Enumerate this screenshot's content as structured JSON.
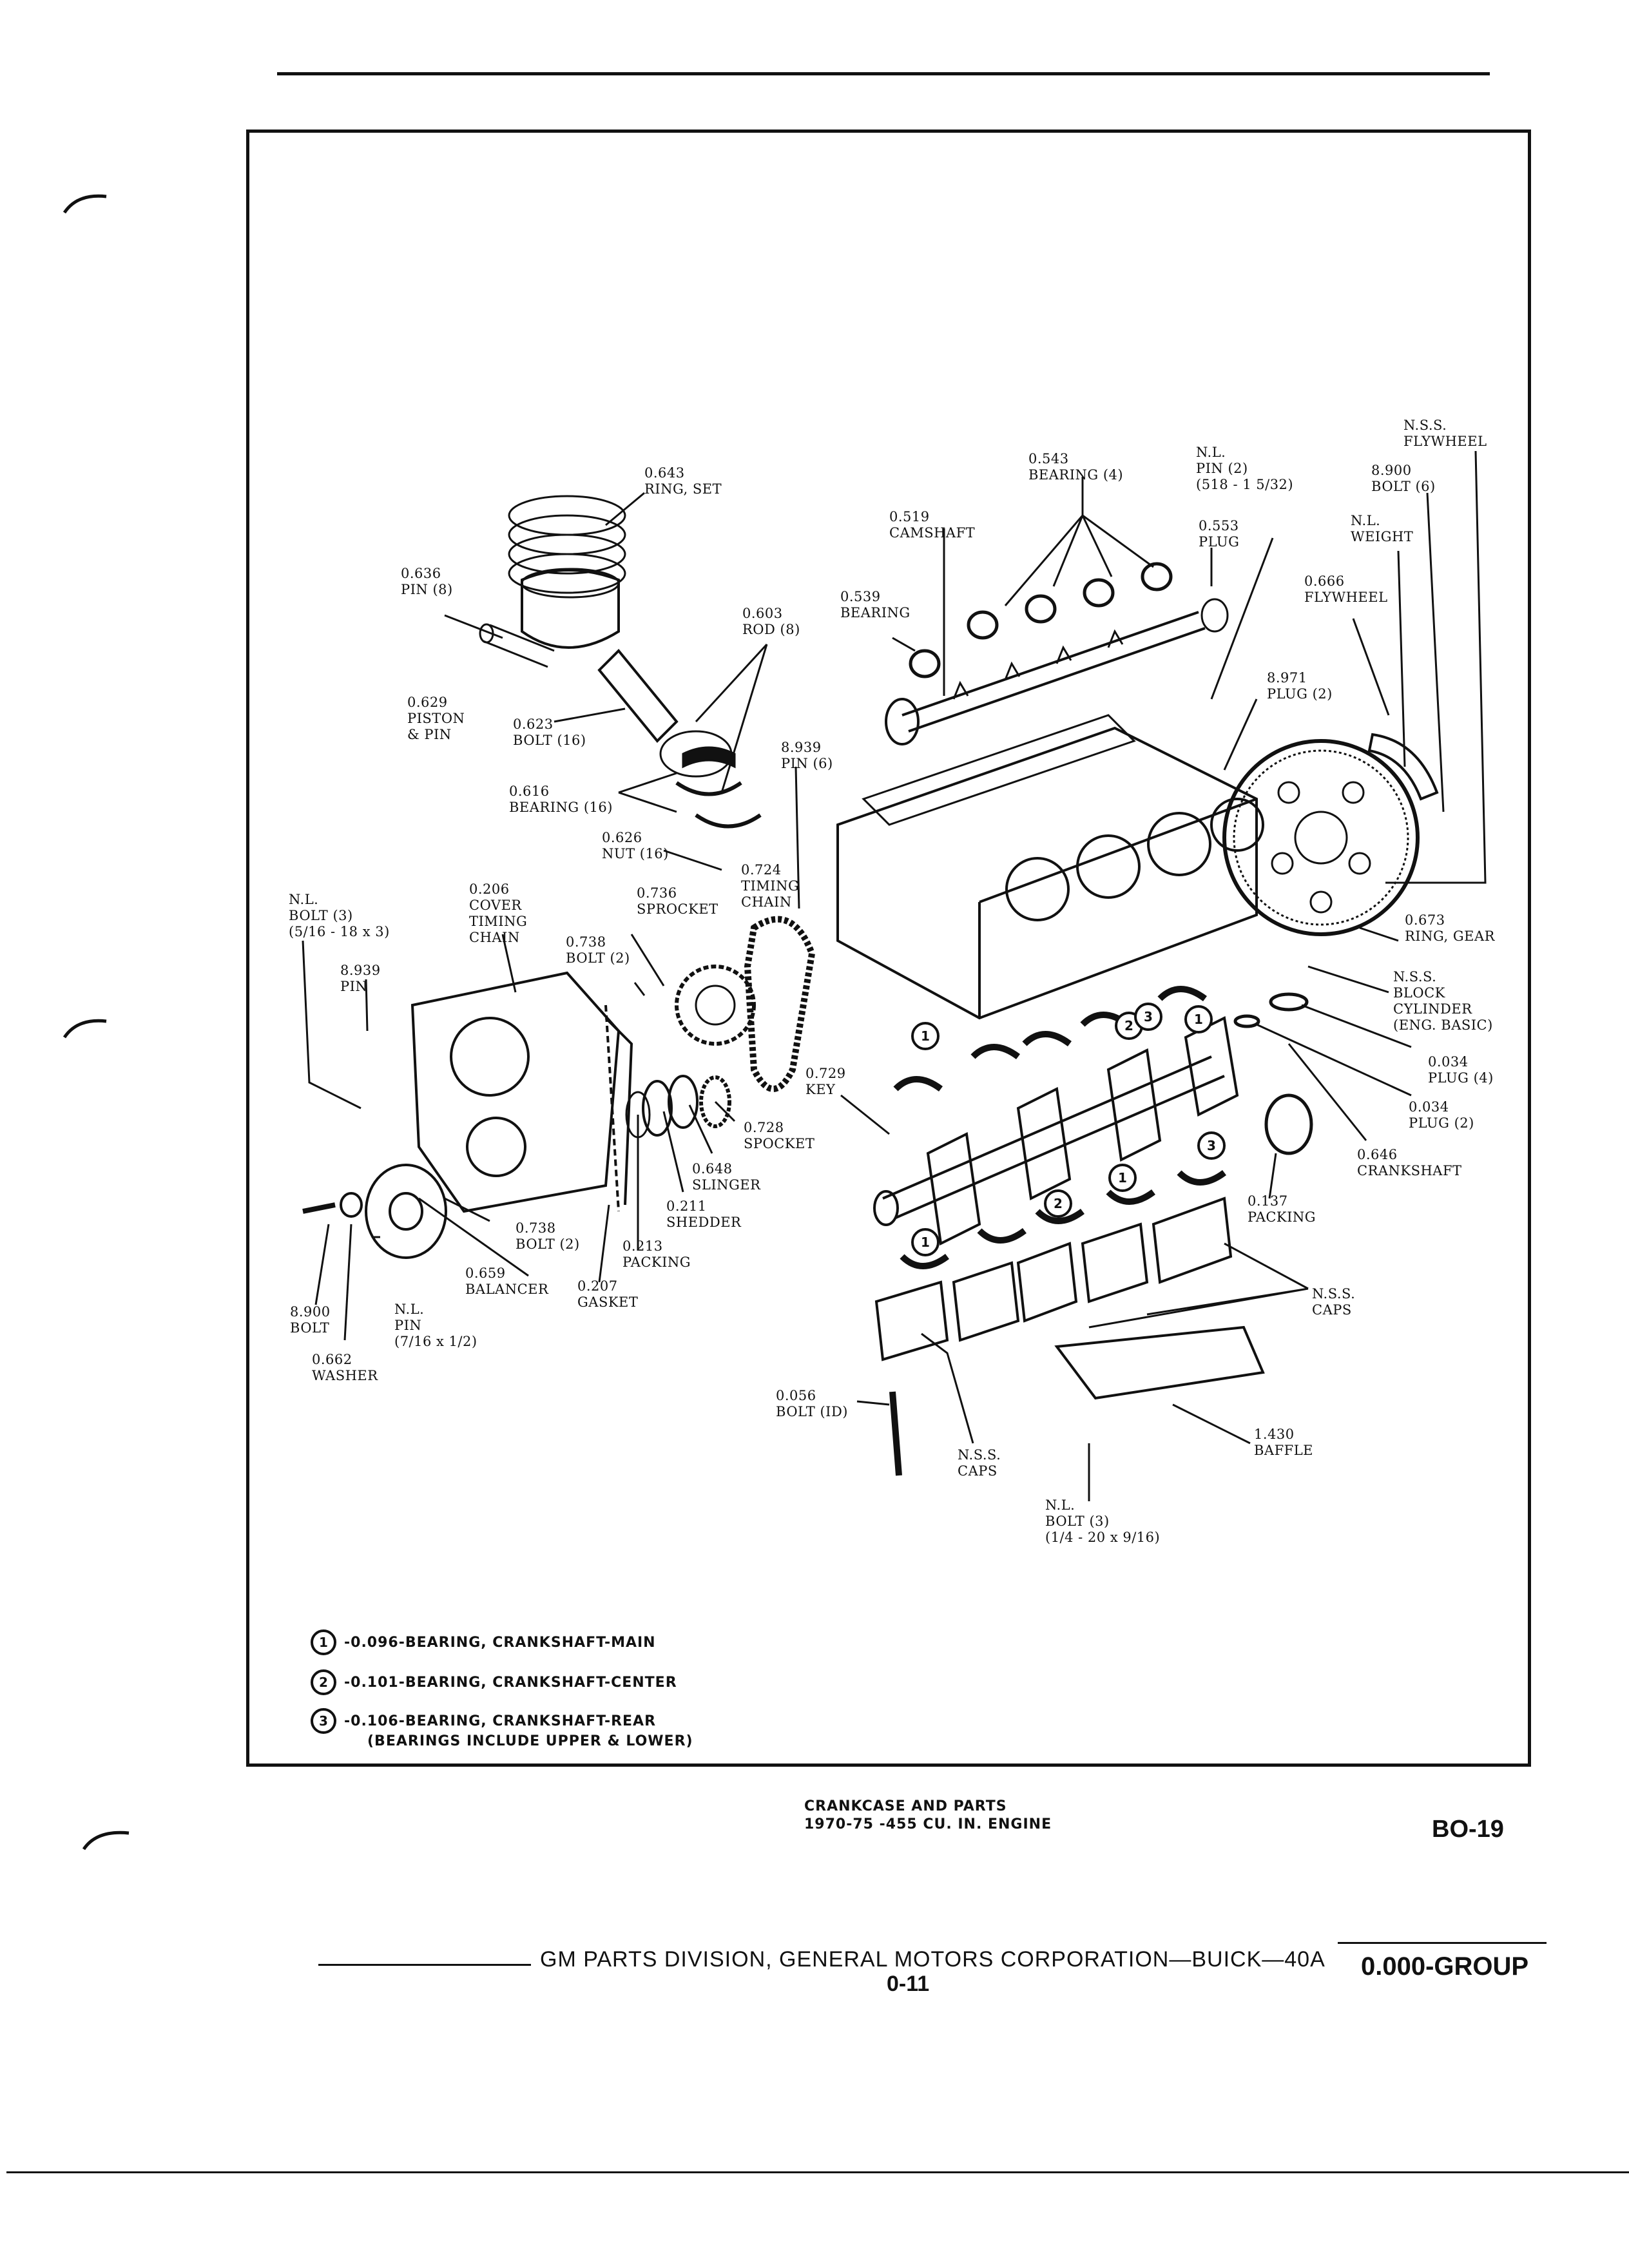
{
  "parts": [
    {
      "id": "ring-set",
      "lines": [
        "0.643",
        "RING, SET"
      ]
    },
    {
      "id": "pin-8",
      "lines": [
        "0.636",
        "PIN (8)"
      ]
    },
    {
      "id": "rod",
      "lines": [
        "0.603",
        "ROD (8)"
      ]
    },
    {
      "id": "piston-pin",
      "lines": [
        "0.629",
        "PISTON",
        "& PIN"
      ]
    },
    {
      "id": "rod-bolt",
      "lines": [
        "0.623",
        "BOLT (16)"
      ]
    },
    {
      "id": "rod-bearing",
      "lines": [
        "0.616",
        "BEARING (16)"
      ]
    },
    {
      "id": "rod-nut",
      "lines": [
        "0.626",
        "NUT (16)"
      ]
    },
    {
      "id": "block-pin",
      "lines": [
        "8.939",
        "PIN (6)"
      ]
    },
    {
      "id": "cam-bearing",
      "lines": [
        "0.539",
        "BEARING"
      ]
    },
    {
      "id": "camshaft",
      "lines": [
        "0.519",
        "CAMSHAFT"
      ]
    },
    {
      "id": "cam-bearings-4",
      "lines": [
        "0.543",
        "BEARING (4)"
      ]
    },
    {
      "id": "nl-pin-2",
      "lines": [
        "N.L.",
        "PIN (2)",
        "(518 - 1 5/32)"
      ]
    },
    {
      "id": "plug-553",
      "lines": [
        "0.553",
        "PLUG"
      ]
    },
    {
      "id": "flywheel-nss",
      "lines": [
        "N.S.S.",
        "FLYWHEEL"
      ]
    },
    {
      "id": "flywheel-bolt",
      "lines": [
        "8.900",
        "BOLT (6)"
      ]
    },
    {
      "id": "weight",
      "lines": [
        "N.L.",
        "WEIGHT"
      ]
    },
    {
      "id": "flywheel",
      "lines": [
        "0.666",
        "FLYWHEEL"
      ]
    },
    {
      "id": "plug-971",
      "lines": [
        "8.971",
        "PLUG (2)"
      ]
    },
    {
      "id": "ring-gear",
      "lines": [
        "0.673",
        "RING, GEAR"
      ]
    },
    {
      "id": "block",
      "lines": [
        "N.S.S.",
        "BLOCK",
        "CYLINDER",
        "(ENG. BASIC)"
      ]
    },
    {
      "id": "plug-4",
      "lines": [
        "0.034",
        "PLUG (4)"
      ]
    },
    {
      "id": "plug-2",
      "lines": [
        "0.034",
        "PLUG (2)"
      ]
    },
    {
      "id": "crankshaft",
      "lines": [
        "0.646",
        "CRANKSHAFT"
      ]
    },
    {
      "id": "packing-137",
      "lines": [
        "0.137",
        "PACKING"
      ]
    },
    {
      "id": "caps-right",
      "lines": [
        "N.S.S.",
        "CAPS"
      ]
    },
    {
      "id": "baffle",
      "lines": [
        "1.430",
        "BAFFLE"
      ]
    },
    {
      "id": "caps-bottom",
      "lines": [
        "N.S.S.",
        "CAPS"
      ]
    },
    {
      "id": "bolt-id",
      "lines": [
        "0.056",
        "BOLT (ID)"
      ]
    },
    {
      "id": "baffle-bolt",
      "lines": [
        "N.L.",
        "BOLT (3)",
        "(1/4 - 20 x 9/16)"
      ]
    },
    {
      "id": "key",
      "lines": [
        "0.729",
        "KEY"
      ]
    },
    {
      "id": "crank-sprocket",
      "lines": [
        "0.728",
        "SPOCKET"
      ]
    },
    {
      "id": "slinger",
      "lines": [
        "0.648",
        "SLINGER"
      ]
    },
    {
      "id": "shedder",
      "lines": [
        "0.211",
        "SHEDDER"
      ]
    },
    {
      "id": "packing-213",
      "lines": [
        "0.213",
        "PACKING"
      ]
    },
    {
      "id": "gasket",
      "lines": [
        "0.207",
        "GASKET"
      ]
    },
    {
      "id": "cover-bolt",
      "lines": [
        "0.738",
        "BOLT (2)"
      ]
    },
    {
      "id": "cam-sprocket",
      "lines": [
        "0.736",
        "SPROCKET"
      ]
    },
    {
      "id": "timing-chain",
      "lines": [
        "0.724",
        "TIMING",
        "CHAIN"
      ]
    },
    {
      "id": "cover",
      "lines": [
        "0.206",
        "COVER",
        "TIMING",
        "CHAIN"
      ]
    },
    {
      "id": "nl-bolt-3",
      "lines": [
        "N.L.",
        "BOLT (3)",
        "(5/16 - 18 x 3)"
      ]
    },
    {
      "id": "cover-pin",
      "lines": [
        "8.939",
        "PIN"
      ]
    },
    {
      "id": "bal-bolt-2",
      "lines": [
        "0.738",
        "BOLT (2)"
      ]
    },
    {
      "id": "balancer",
      "lines": [
        "0.659",
        "BALANCER"
      ]
    },
    {
      "id": "bal-bolt",
      "lines": [
        "8.900",
        "BOLT"
      ]
    },
    {
      "id": "bal-pin",
      "lines": [
        "N.L.",
        "PIN",
        "(7/16 x 1/2)"
      ]
    },
    {
      "id": "washer",
      "lines": [
        "0.662",
        "WASHER"
      ]
    }
  ],
  "legend": [
    {
      "num": "1",
      "text": "-0.096-BEARING, CRANKSHAFT-MAIN"
    },
    {
      "num": "2",
      "text": "-0.101-BEARING, CRANKSHAFT-CENTER"
    },
    {
      "num": "3",
      "text": "-0.106-BEARING, CRANKSHAFT-REAR"
    },
    {
      "num": "",
      "text": "(BEARINGS INCLUDE UPPER & LOWER)"
    }
  ],
  "caption": [
    "CRANKCASE AND PARTS",
    "1970-75 -455 CU. IN. ENGINE"
  ],
  "page_id": "BO-19",
  "footer": {
    "division": "GM PARTS DIVISION, GENERAL MOTORS CORPORATION—BUICK—40A",
    "page": "0-11",
    "group": "0.000-GROUP"
  }
}
